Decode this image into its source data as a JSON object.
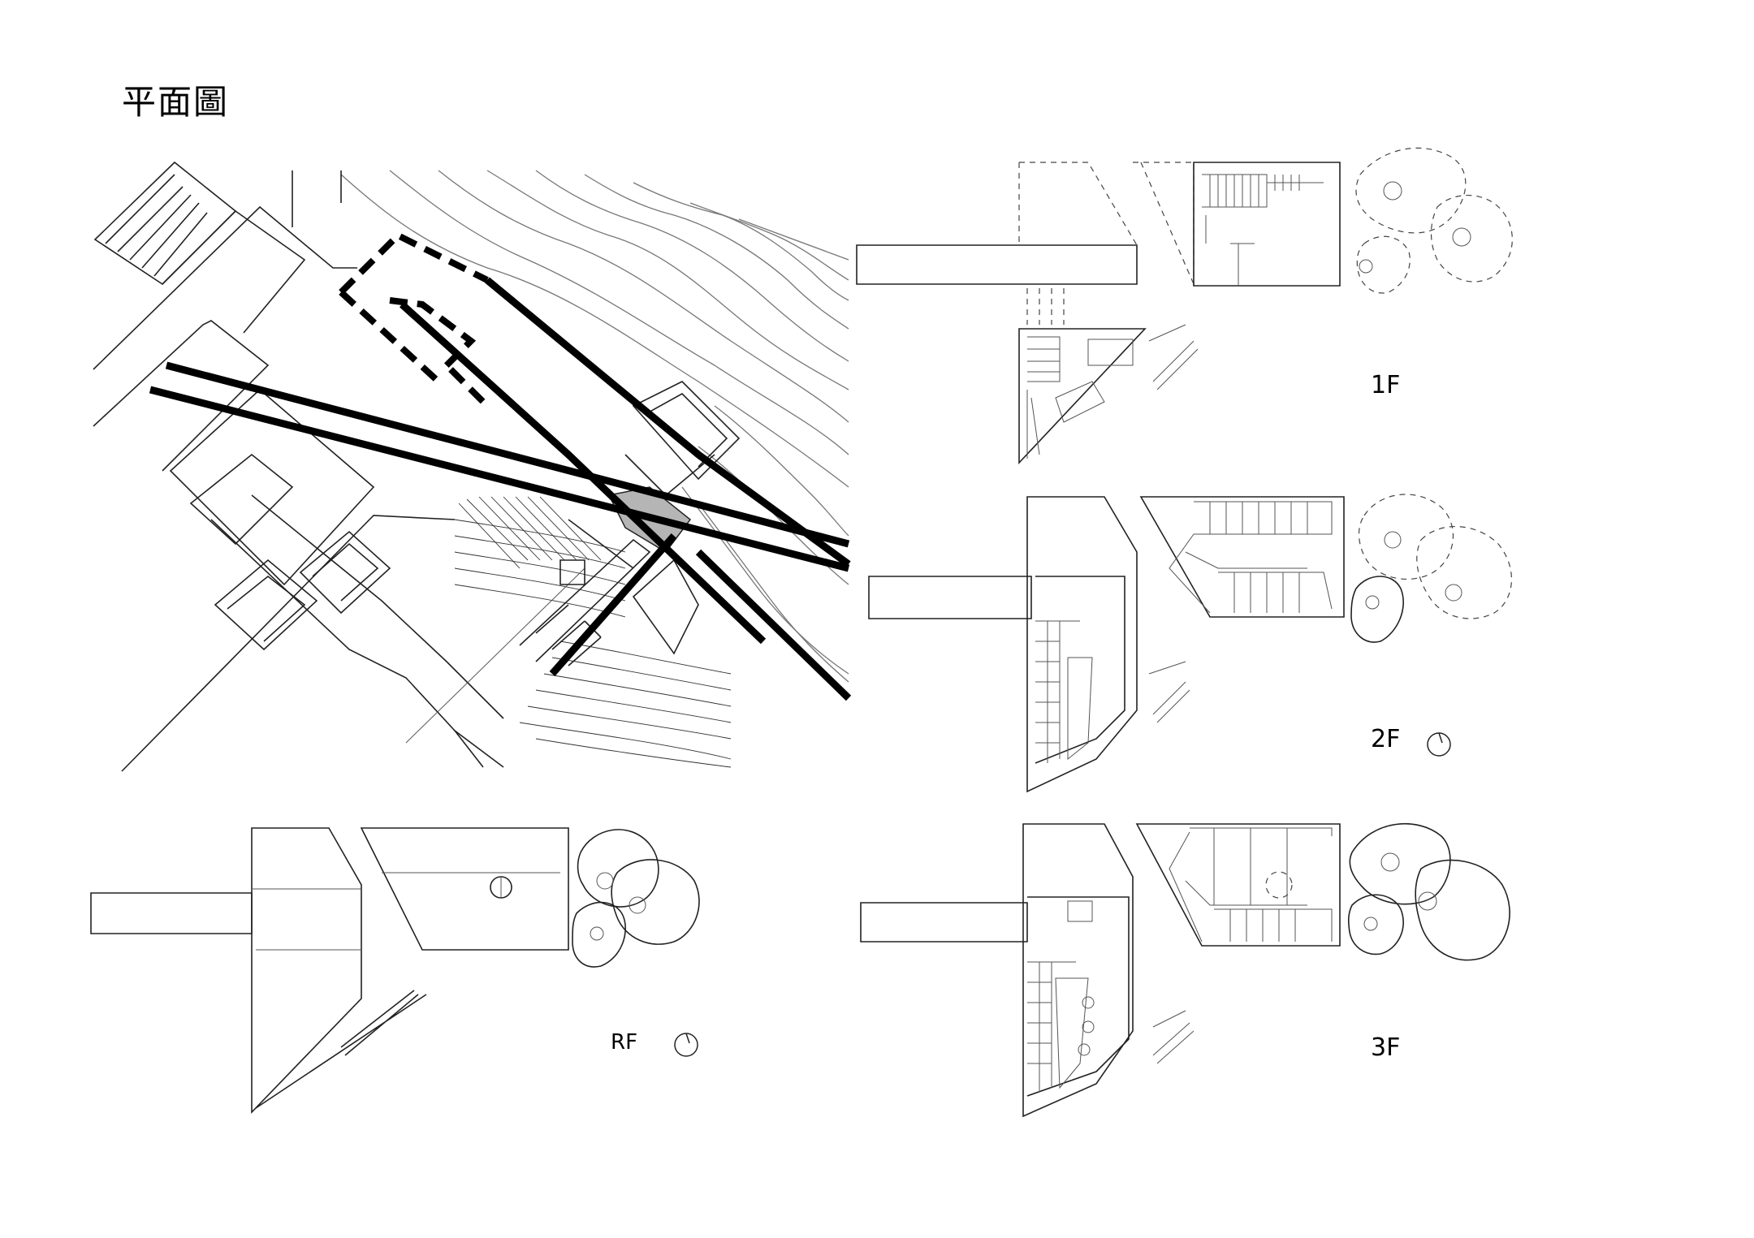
{
  "page": {
    "title": "平面圖"
  },
  "plans": [
    {
      "id": "1F",
      "label": "1F"
    },
    {
      "id": "2F",
      "label": "2F"
    },
    {
      "id": "3F",
      "label": "3F"
    },
    {
      "id": "RF",
      "label": "RF"
    }
  ],
  "icons": {
    "north_arrow": "north-arrow-icon"
  }
}
